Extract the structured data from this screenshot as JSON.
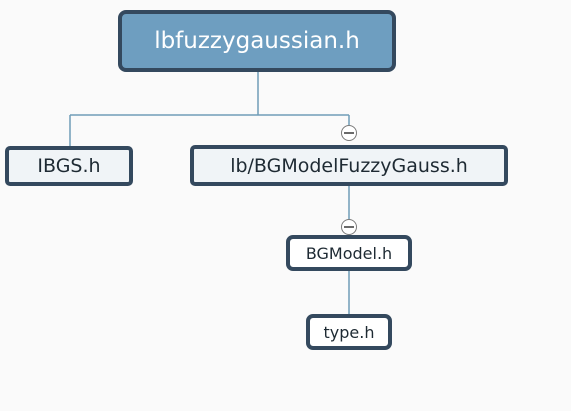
{
  "nodes": {
    "root": {
      "label": "lbfuzzygaussian.h"
    },
    "ibgs": {
      "label": "IBGS.h"
    },
    "bgmodelfuzzygauss": {
      "label": "lb/BGModelFuzzyGauss.h"
    },
    "bgmodel": {
      "label": "BGModel.h"
    },
    "type": {
      "label": "type.h"
    }
  },
  "colors": {
    "root_fill": "#6e9ec0",
    "node_fill": "#f0f4f7",
    "border": "#34495e",
    "edge": "#6f9db8"
  },
  "icons": {
    "collapse": "collapse-minus-icon"
  }
}
